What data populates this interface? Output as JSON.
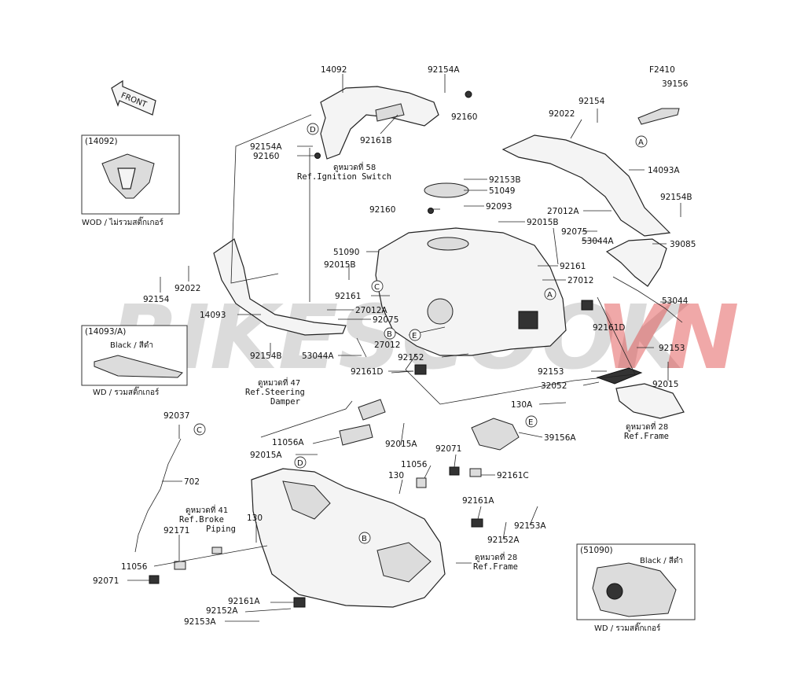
{
  "diagram": {
    "front_label": "FRONT",
    "code": "F2410",
    "watermark": {
      "text_main": "BIKESCOOK",
      "text_accent": "VN"
    },
    "inset_boxes": [
      {
        "title": "(14092)",
        "note": "WOD / ไม่รวมสติ๊กเกอร์"
      },
      {
        "title": "(14093/A)",
        "color": "Black / สีดำ",
        "note": "WD / รวมสติ๊กเกอร์"
      },
      {
        "title": "(51090)",
        "color": "Black / สีดำ",
        "note": "WD / รวมสติ๊กเกอร์"
      }
    ],
    "references": [
      {
        "thai": "ดูหมวดที่ 58",
        "ref": "Ref.Ignition Switch"
      },
      {
        "thai": "ดูหมวดที่ 47",
        "ref": "Ref.Steering",
        "ref2": "Damper"
      },
      {
        "thai": "ดูหมวดที่ 28",
        "ref": "Ref.Frame"
      },
      {
        "thai": "ดูหมวดที่ 41",
        "ref": "Ref.Broke",
        "ref2": "Piping"
      },
      {
        "thai": "ดูหมวดที่ 28",
        "ref": "Ref.Frame"
      }
    ],
    "callouts": [
      "A",
      "B",
      "C",
      "D",
      "E"
    ],
    "parts": [
      "14092",
      "92154A",
      "92160",
      "92154A",
      "92160",
      "92161B",
      "F2410",
      "39156",
      "92154",
      "92022",
      "14093A",
      "92154B",
      "92153B",
      "51049",
      "92160",
      "92093",
      "27012A",
      "92015B",
      "92075",
      "53044A",
      "39085",
      "51090",
      "92161",
      "27012",
      "92015B",
      "92161",
      "27012A",
      "92075",
      "14093",
      "92154B",
      "53044A",
      "92022",
      "92154",
      "92161D",
      "53044",
      "92153",
      "92153",
      "92015",
      "32052",
      "27012",
      "92152",
      "92161D",
      "130A",
      "39156A",
      "92037",
      "702",
      "11056A",
      "92015A",
      "92015A",
      "11056",
      "92071",
      "130",
      "92161C",
      "92161A",
      "92153A",
      "92152A",
      "130",
      "92171",
      "11056",
      "92071",
      "92161A",
      "92152A",
      "92153A"
    ]
  }
}
